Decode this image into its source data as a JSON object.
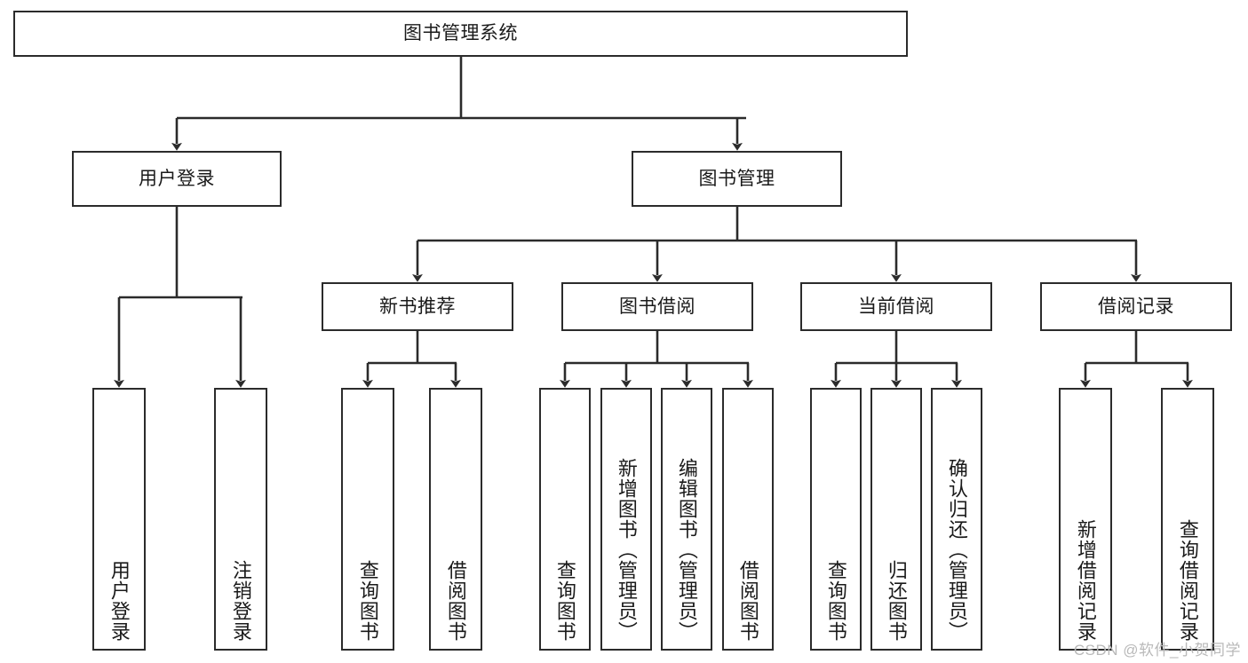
{
  "diagram": {
    "type": "tree-hierarchy-chart",
    "title": "图书管理系统",
    "orientation": "top-down",
    "colors": {
      "box_border": "#2b2b2b",
      "box_fill": "#ffffff",
      "edge": "#2b2b2b",
      "text": "#1a1a1a",
      "watermark": "#b9b9b9"
    },
    "watermark": "CSDN @软件_小贺同学",
    "levels": {
      "root": [
        "图书管理系统"
      ],
      "level2": [
        "用户登录",
        "图书管理"
      ],
      "level3": [
        "新书推荐",
        "图书借阅",
        "当前借阅",
        "借阅记录"
      ],
      "level4": [
        "用户登录",
        "注销登录",
        "查询图书",
        "借阅图书",
        "查询图书",
        "新增图书（管理员）",
        "编辑图书（管理员）",
        "借阅图书",
        "查询图书",
        "归还图书",
        "确认归还（管理员）",
        "新增借阅记录",
        "查询借阅记录"
      ]
    },
    "nodes": {
      "root": {
        "label": "图书管理系统"
      },
      "user_login": {
        "label": "用户登录"
      },
      "book_manage": {
        "label": "图书管理"
      },
      "new_book_rec": {
        "label": "新书推荐"
      },
      "book_borrow": {
        "label": "图书借阅"
      },
      "current_borrow": {
        "label": "当前借阅"
      },
      "borrow_record": {
        "label": "借阅记录"
      },
      "leaf_user_login": {
        "label": "用户登录"
      },
      "leaf_logout": {
        "label": "注销登录"
      },
      "leaf_query_book_1": {
        "label": "查询图书"
      },
      "leaf_borrow_book_1": {
        "label": "借阅图书"
      },
      "leaf_query_book_2": {
        "label": "查询图书"
      },
      "leaf_add_book_admin": {
        "label": "新增图书（管理员）"
      },
      "leaf_edit_book_admin": {
        "label": "编辑图书（管理员）"
      },
      "leaf_borrow_book_2": {
        "label": "借阅图书"
      },
      "leaf_query_book_3": {
        "label": "查询图书"
      },
      "leaf_return_book": {
        "label": "归还图书"
      },
      "leaf_confirm_return_admin": {
        "label": "确认归还（管理员）"
      },
      "leaf_add_borrow_record": {
        "label": "新增借阅记录"
      },
      "leaf_query_borrow_record": {
        "label": "查询借阅记录"
      }
    },
    "edges": [
      {
        "from": "root",
        "to": "user_login"
      },
      {
        "from": "root",
        "to": "book_manage"
      },
      {
        "from": "user_login",
        "to": "leaf_user_login"
      },
      {
        "from": "user_login",
        "to": "leaf_logout"
      },
      {
        "from": "book_manage",
        "to": "new_book_rec"
      },
      {
        "from": "book_manage",
        "to": "book_borrow"
      },
      {
        "from": "book_manage",
        "to": "current_borrow"
      },
      {
        "from": "book_manage",
        "to": "borrow_record"
      },
      {
        "from": "new_book_rec",
        "to": "leaf_query_book_1"
      },
      {
        "from": "new_book_rec",
        "to": "leaf_borrow_book_1"
      },
      {
        "from": "book_borrow",
        "to": "leaf_query_book_2"
      },
      {
        "from": "book_borrow",
        "to": "leaf_add_book_admin"
      },
      {
        "from": "book_borrow",
        "to": "leaf_edit_book_admin"
      },
      {
        "from": "book_borrow",
        "to": "leaf_borrow_book_2"
      },
      {
        "from": "current_borrow",
        "to": "leaf_query_book_3"
      },
      {
        "from": "current_borrow",
        "to": "leaf_return_book"
      },
      {
        "from": "current_borrow",
        "to": "leaf_confirm_return_admin"
      },
      {
        "from": "borrow_record",
        "to": "leaf_add_borrow_record"
      },
      {
        "from": "borrow_record",
        "to": "leaf_query_borrow_record"
      }
    ]
  }
}
